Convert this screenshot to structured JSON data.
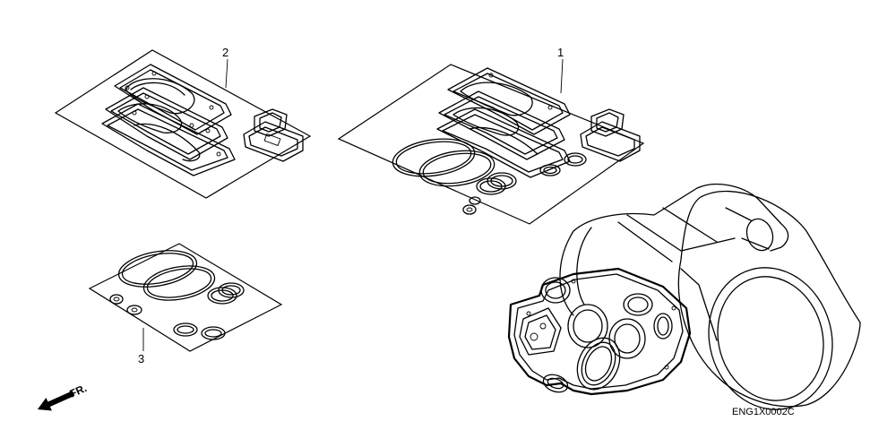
{
  "callouts": {
    "part_1": "1",
    "part_2": "2",
    "part_3": "3"
  },
  "direction_label": "FR.",
  "diagram_code": "ENG1X0002C",
  "colors": {
    "line": "#000000",
    "background": "#ffffff"
  },
  "icons": {
    "direction": "front-direction-arrow-icon"
  }
}
